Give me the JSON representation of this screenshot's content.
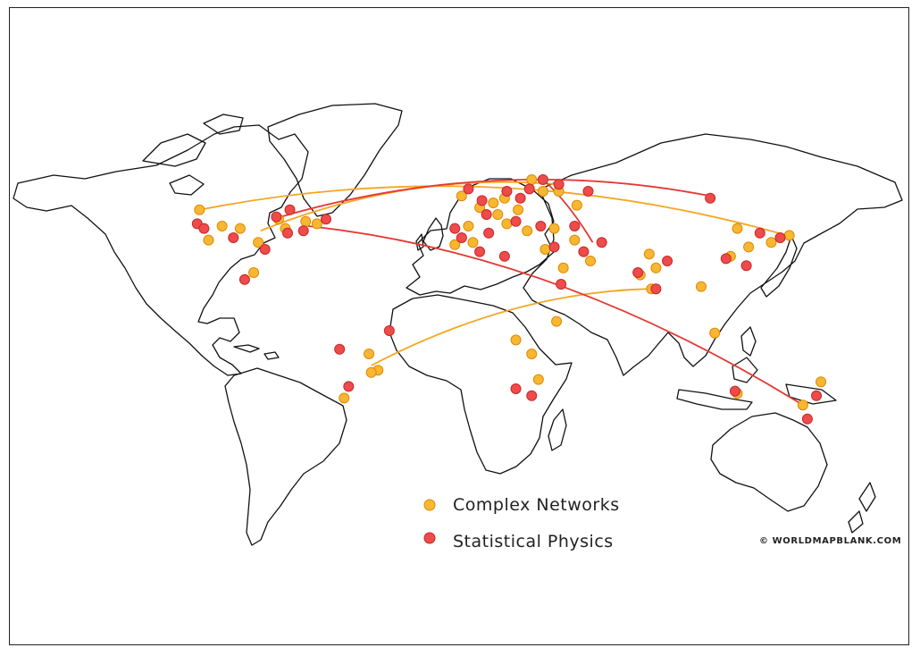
{
  "legend": {
    "complex_networks": "Complex Networks",
    "statistical_physics": "Statistical Physics"
  },
  "credit": "© WORLDMAPBLANK.COM",
  "colors": {
    "complex_networks": "#f7b733",
    "complex_networks_stroke": "#e08a00",
    "statistical_physics": "#ef4b4b",
    "statistical_physics_stroke": "#c62828",
    "link_orange": "#f5a623",
    "link_red": "#e53935",
    "land_outline": "#111111"
  },
  "points": {
    "complex_networks": [
      [
        -122,
        47
      ],
      [
        -118,
        34
      ],
      [
        -112,
        40
      ],
      [
        -104,
        39
      ],
      [
        -96,
        33
      ],
      [
        -84,
        39
      ],
      [
        -75,
        42
      ],
      [
        -87,
        43
      ],
      [
        -98,
        20
      ],
      [
        -70,
        41
      ],
      [
        -47,
        -15
      ],
      [
        -43,
        -22
      ],
      [
        -46,
        -23
      ],
      [
        -58,
        -34
      ],
      [
        -3,
        40
      ],
      [
        2,
        48
      ],
      [
        10,
        45
      ],
      [
        13,
        52
      ],
      [
        19,
        47
      ],
      [
        8,
        50
      ],
      [
        25,
        60
      ],
      [
        -6,
        53
      ],
      [
        14,
        41
      ],
      [
        23,
        38
      ],
      [
        30,
        55
      ],
      [
        37,
        55
      ],
      [
        45,
        49
      ],
      [
        35,
        39
      ],
      [
        39,
        22
      ],
      [
        31,
        30
      ],
      [
        -9,
        32
      ],
      [
        -1,
        33
      ],
      [
        51,
        25
      ],
      [
        44,
        34
      ],
      [
        77,
        28
      ],
      [
        73,
        19
      ],
      [
        78,
        13
      ],
      [
        80,
        22
      ],
      [
        100,
        14
      ],
      [
        121,
        31
      ],
      [
        116,
        39
      ],
      [
        139,
        36
      ],
      [
        131,
        33
      ],
      [
        106,
        -6
      ],
      [
        113,
        27
      ],
      [
        28,
        -26
      ],
      [
        36,
        -1
      ],
      [
        18,
        -9
      ],
      [
        25,
        -15
      ],
      [
        145,
        -37
      ],
      [
        153,
        -27
      ],
      [
        116,
        -32
      ]
    ],
    "statistical_physics": [
      [
        -88,
        44
      ],
      [
        -82,
        47
      ],
      [
        -123,
        41
      ],
      [
        -120,
        39
      ],
      [
        -107,
        35
      ],
      [
        -93,
        30
      ],
      [
        -102,
        17
      ],
      [
        -83,
        37
      ],
      [
        -76,
        38
      ],
      [
        -66,
        43
      ],
      [
        -38,
        -5
      ],
      [
        -60,
        -13
      ],
      [
        -56,
        -29
      ],
      [
        -3,
        56
      ],
      [
        3,
        51
      ],
      [
        14,
        55
      ],
      [
        20,
        52
      ],
      [
        24,
        56
      ],
      [
        30,
        60
      ],
      [
        37,
        58
      ],
      [
        50,
        55
      ],
      [
        -9,
        39
      ],
      [
        5,
        45
      ],
      [
        18,
        42
      ],
      [
        6,
        37
      ],
      [
        -6,
        35
      ],
      [
        29,
        40
      ],
      [
        44,
        40
      ],
      [
        48,
        29
      ],
      [
        56,
        33
      ],
      [
        35,
        31
      ],
      [
        2,
        29
      ],
      [
        13,
        27
      ],
      [
        38,
        15
      ],
      [
        72,
        20
      ],
      [
        80,
        13
      ],
      [
        85,
        25
      ],
      [
        120,
        23
      ],
      [
        135,
        35
      ],
      [
        104,
        52
      ],
      [
        126,
        37
      ],
      [
        111,
        26
      ],
      [
        25,
        -33
      ],
      [
        18,
        -30
      ],
      [
        115,
        -31
      ],
      [
        147,
        -43
      ],
      [
        151,
        -33
      ]
    ]
  },
  "connections": [
    {
      "from": [
        -95,
        38
      ],
      "to": [
        36,
        58
      ],
      "color": "orange"
    },
    {
      "from": [
        -122,
        47
      ],
      "to": [
        138,
        36
      ],
      "color": "orange"
    },
    {
      "from": [
        -46,
        -20
      ],
      "to": [
        77,
        13
      ],
      "color": "orange"
    },
    {
      "from": [
        -74,
        40
      ],
      "to": [
        145,
        -37
      ],
      "color": "red"
    },
    {
      "from": [
        -86,
        44
      ],
      "to": [
        104,
        53
      ],
      "color": "red"
    },
    {
      "from": [
        52,
        33
      ],
      "to": [
        30,
        60
      ],
      "color": "red"
    }
  ]
}
